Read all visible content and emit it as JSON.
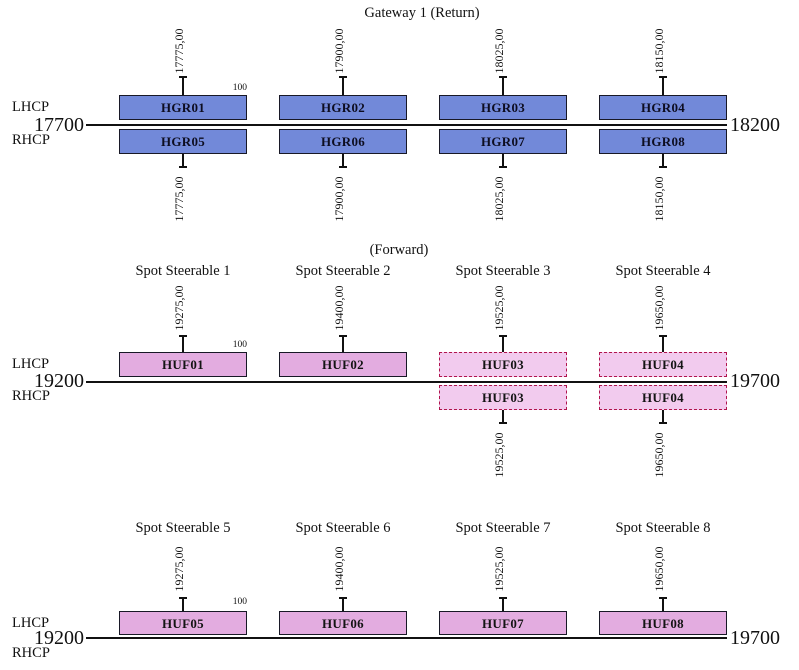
{
  "colors": {
    "return_channel_fill": "#7289d9",
    "forward_channel_fill": "#e3ace0",
    "forward_dashed_fill": "#f2cbee",
    "dashed_border": "#b0154d",
    "line": "#111111"
  },
  "sections": [
    {
      "name": "gateway-1-return",
      "title": "Gateway 1 (Return)",
      "pol_left_top": "LHCP",
      "pol_left_bottom": "RHCP",
      "freq_start": "17700",
      "freq_end": "18200",
      "bandwidth": "100",
      "columns": [
        {
          "top_freq": "17775,00",
          "lhcp": "HGR01",
          "rhcp": "HGR05",
          "bottom_freq": "17775,00"
        },
        {
          "top_freq": "17900,00",
          "lhcp": "HGR02",
          "rhcp": "HGR06",
          "bottom_freq": "17900,00"
        },
        {
          "top_freq": "18025,00",
          "lhcp": "HGR03",
          "rhcp": "HGR07",
          "bottom_freq": "18025,00"
        },
        {
          "top_freq": "18150,00",
          "lhcp": "HGR04",
          "rhcp": "HGR08",
          "bottom_freq": "18150,00"
        }
      ]
    },
    {
      "name": "forward-spot-steerable-1-4",
      "title": "(Forward)",
      "pol_left_top": "LHCP",
      "pol_left_bottom": "RHCP",
      "freq_start": "19200",
      "freq_end": "19700",
      "bandwidth": "100",
      "columns": [
        {
          "header": "Spot Steerable 1",
          "top_freq": "19275,00",
          "lhcp": "HUF01"
        },
        {
          "header": "Spot Steerable 2",
          "top_freq": "19400,00",
          "lhcp": "HUF02"
        },
        {
          "header": "Spot Steerable 3",
          "top_freq": "19525,00",
          "lhcp": "HUF03",
          "rhcp": "HUF03",
          "bottom_freq": "19525,00"
        },
        {
          "header": "Spot Steerable 4",
          "top_freq": "19650,00",
          "lhcp": "HUF04",
          "rhcp": "HUF04",
          "bottom_freq": "19650,00"
        }
      ]
    },
    {
      "name": "forward-spot-steerable-5-8",
      "pol_left_top": "LHCP",
      "pol_left_bottom": "RHCP",
      "freq_start": "19200",
      "freq_end": "19700",
      "bandwidth": "100",
      "columns": [
        {
          "header": "Spot Steerable 5",
          "top_freq": "19275,00",
          "lhcp": "HUF05"
        },
        {
          "header": "Spot Steerable 6",
          "top_freq": "19400,00",
          "lhcp": "HUF06"
        },
        {
          "header": "Spot Steerable 7",
          "top_freq": "19525,00",
          "lhcp": "HUF07"
        },
        {
          "header": "Spot Steerable 8",
          "top_freq": "19650,00",
          "lhcp": "HUF08"
        }
      ]
    }
  ]
}
